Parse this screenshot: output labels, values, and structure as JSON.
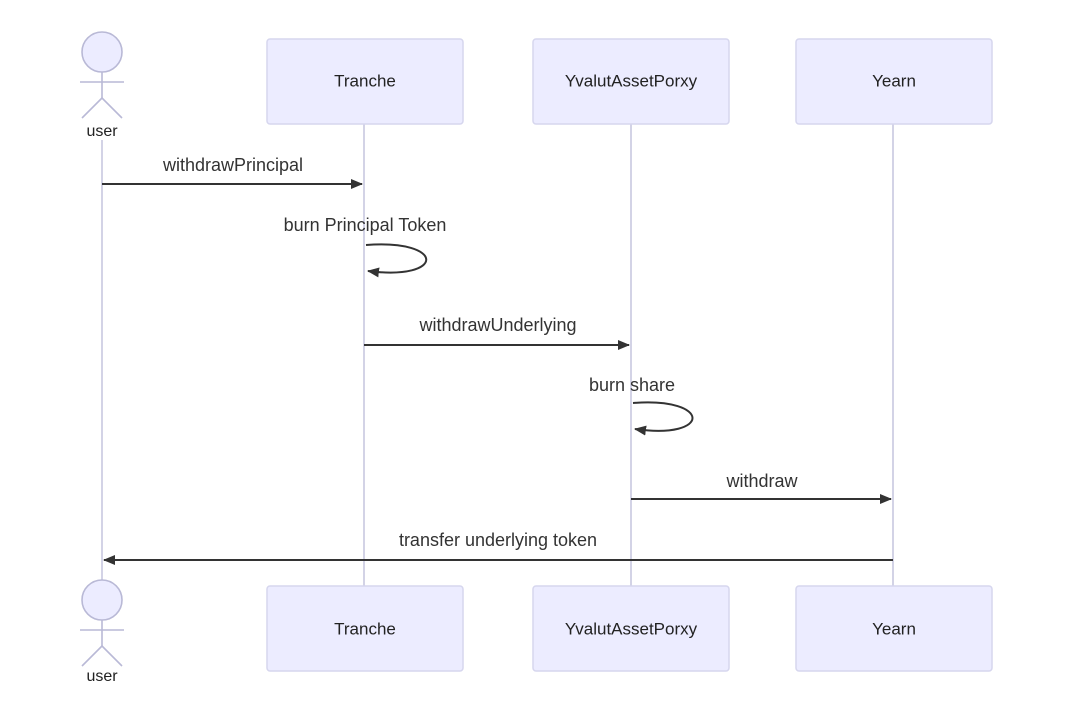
{
  "participants": {
    "user": "user",
    "tranche": "Tranche",
    "proxy": "YvalutAssetPorxy",
    "yearn": "Yearn"
  },
  "messages": [
    {
      "from": "user",
      "to": "tranche",
      "label": "withdrawPrincipal"
    },
    {
      "from": "tranche",
      "to": "tranche",
      "label": "burn Principal Token"
    },
    {
      "from": "tranche",
      "to": "proxy",
      "label": "withdrawUnderlying"
    },
    {
      "from": "proxy",
      "to": "proxy",
      "label": "burn share"
    },
    {
      "from": "proxy",
      "to": "yearn",
      "label": "withdraw"
    },
    {
      "from": "yearn",
      "to": "user",
      "label": "transfer underlying token"
    }
  ]
}
